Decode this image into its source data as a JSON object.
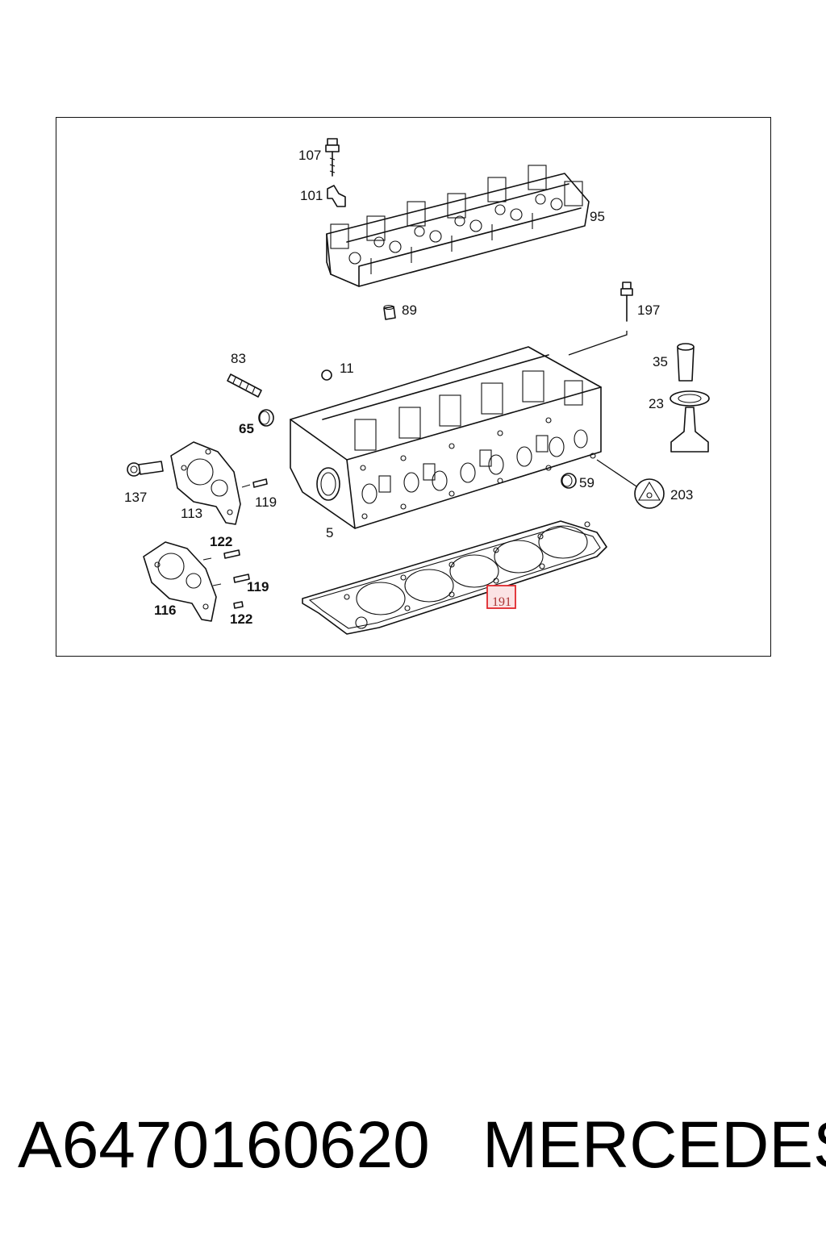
{
  "diagram": {
    "callouts": {
      "c107": "107",
      "c101": "101",
      "c95": "95",
      "c89": "89",
      "c197": "197",
      "c83": "83",
      "c11": "11",
      "c35": "35",
      "c23": "23",
      "c65": "65",
      "c137": "137",
      "c113": "113",
      "c119a": "119",
      "c59": "59",
      "c203": "203",
      "c5": "5",
      "c122a": "122",
      "c119b": "119",
      "c116": "116",
      "c122b": "122",
      "c191": "191"
    },
    "highlighted_part": "191",
    "highlight_color": "#e0262b"
  },
  "footer": {
    "part_number": "A6470160620",
    "brand": "MERCEDES"
  }
}
